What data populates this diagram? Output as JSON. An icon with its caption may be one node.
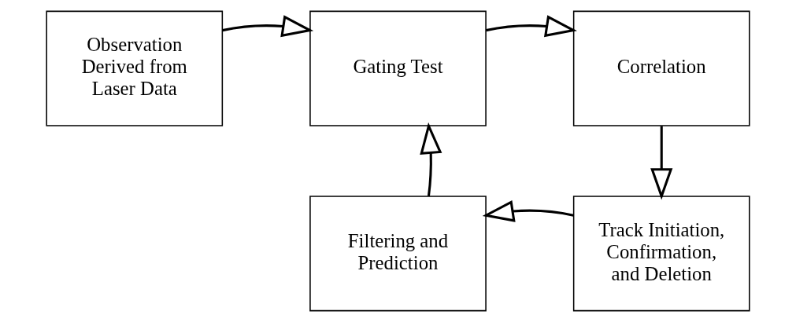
{
  "diagram": {
    "nodes": [
      {
        "text": [
          "Observation Derived from Laser Data"
        ]
      },
      {
        "text": [
          "Gating Test"
        ]
      },
      {
        "text": [
          "Correlation"
        ]
      },
      {
        "text": [
          "Filtering and Prediction"
        ]
      },
      {
        "text": [
          "Track Initiation, Confirmation, and Deletion"
        ]
      }
    ],
    "edges": [
      {
        "from": 0,
        "to": 1,
        "arrow": "to"
      },
      {
        "from": 1,
        "to": 2,
        "arrow": "to"
      },
      {
        "from": 2,
        "to": 4,
        "arrow": "to"
      },
      {
        "from": 4,
        "to": 3,
        "arrow": "to"
      },
      {
        "from": 3,
        "to": 1,
        "arrow": "to"
      }
    ]
  }
}
